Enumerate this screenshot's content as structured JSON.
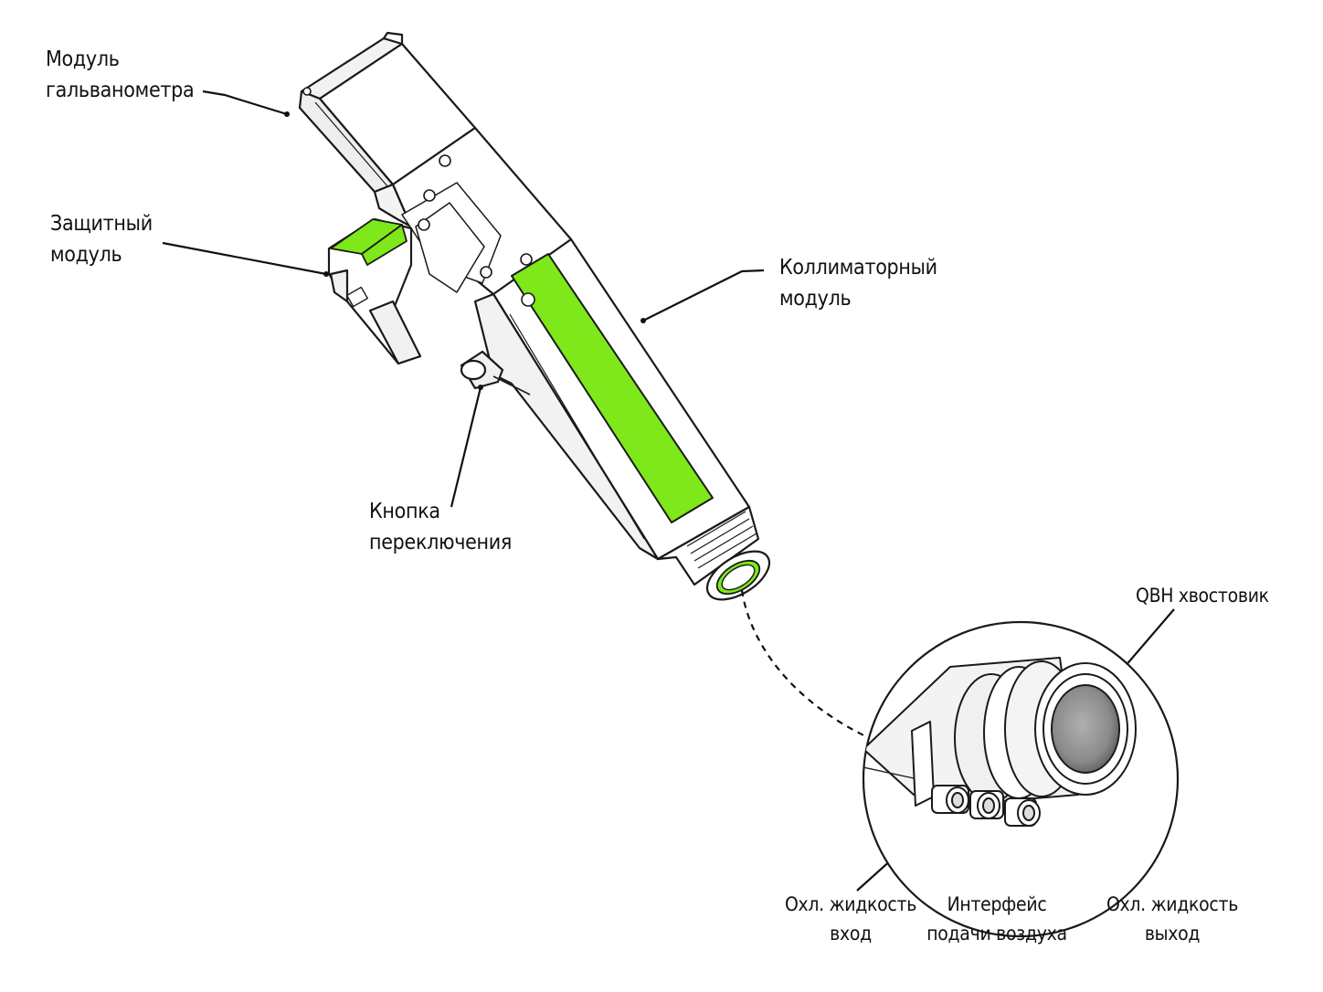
{
  "colors": {
    "accent_green": "#7ee81a",
    "outline": "#1a1a1a",
    "body_fill": "#ffffff",
    "shade": "#e9e9e9",
    "lens": "#8a8a8a"
  },
  "labels": {
    "galvo": [
      "Модуль",
      "гальванометра"
    ],
    "protective": [
      "Защитный",
      "модуль"
    ],
    "collimator": [
      "Коллиматорный",
      "модуль"
    ],
    "switch_button": [
      "Кнопка",
      "переключения"
    ],
    "qbh": "QBH хвостовик",
    "coolant_in": [
      "Охл. жидкость",
      "вход"
    ],
    "air_interface": [
      "Интерфейс",
      "подачи воздуха"
    ],
    "coolant_out": [
      "Охл. жидкость",
      "выход"
    ]
  }
}
